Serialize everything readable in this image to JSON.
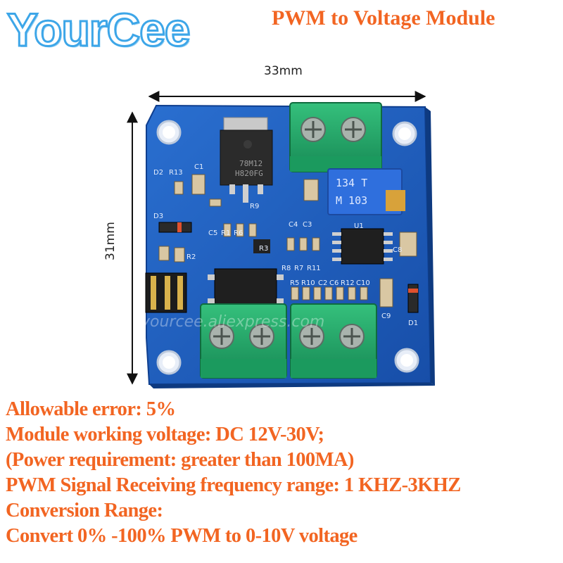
{
  "brand": {
    "name": "YourCee"
  },
  "header": {
    "title": "PWM to Voltage Module"
  },
  "dimensions": {
    "width": "33mm",
    "height": "31mm"
  },
  "board": {
    "regulator_marking": [
      "78M12",
      "H820FG"
    ],
    "potentiometer_marking": [
      "134 T",
      "M 103"
    ],
    "silkscreen_labels": [
      "D2",
      "R13",
      "C1",
      "D3",
      "R9",
      "R2",
      "C4",
      "C3",
      "C5",
      "R1",
      "R6",
      "U1",
      "R3",
      "R8",
      "R7",
      "R11",
      "C8",
      "R5",
      "R10",
      "C2",
      "C6",
      "R12",
      "C10",
      "C9",
      "D1"
    ],
    "watermark": "yourcee.aliexpress.com"
  },
  "colors": {
    "accent": "#f26522",
    "brand_blue": "#3da6e8",
    "pcb_blue": "#1d5fbf",
    "terminal_green": "#22a86a"
  },
  "specs": [
    "Allowable error: 5%",
    "Module working voltage: DC 12V-30V;",
    "(Power requirement: greater than 100MA)",
    "PWM Signal Receiving frequency range: 1 KHZ-3KHZ",
    "Conversion Range:",
    "Convert 0% -100% PWM to 0-10V voltage"
  ]
}
